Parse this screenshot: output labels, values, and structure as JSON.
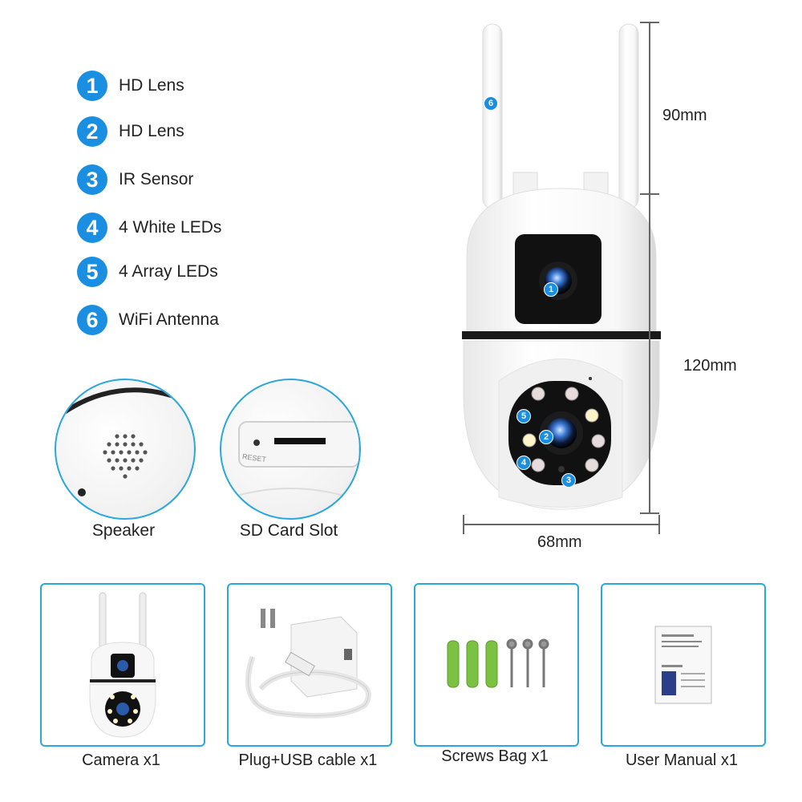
{
  "features": [
    {
      "num": "1",
      "label": "HD Lens"
    },
    {
      "num": "2",
      "label": "HD Lens"
    },
    {
      "num": "3",
      "label": "IR Sensor"
    },
    {
      "num": "4",
      "label": "4 White LEDs"
    },
    {
      "num": "5",
      "label": "4 Array LEDs"
    },
    {
      "num": "6",
      "label": "WiFi Antenna"
    }
  ],
  "details": {
    "speaker": "Speaker",
    "sd_card_slot": "SD Card Slot",
    "reset_text": "RESET"
  },
  "dimensions": {
    "antenna_height": "90mm",
    "body_height": "120mm",
    "width": "68mm"
  },
  "callouts": {
    "antenna": "6",
    "lens_top": "1",
    "lens_bottom": "2",
    "ir": "3",
    "white_led": "4",
    "array_led": "5"
  },
  "package": [
    {
      "label": "Camera x1"
    },
    {
      "label": "Plug+USB cable x1"
    },
    {
      "label": "Screws Bag x1"
    },
    {
      "label": "User Manual x1"
    }
  ],
  "colors": {
    "accent": "#1a8ee0",
    "border": "#2aa7df",
    "screw_anchor": "#7cc242"
  }
}
